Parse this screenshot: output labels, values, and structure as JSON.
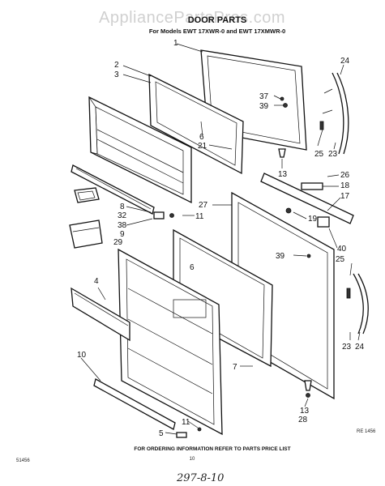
{
  "watermark": "AppliancePartsPros.com",
  "header": {
    "title": "DOOR PARTS",
    "subtitle": "For Models EWT 17XWR-0 and EWT 17XMWR-0"
  },
  "footer": {
    "ordering_note": "FOR ORDERING INFORMATION REFER TO PARTS PRICE LIST",
    "page_number": "10",
    "left_code": "51456",
    "right_code": "RE 1456",
    "handwritten": "297-8-10"
  },
  "callouts": [
    "1",
    "2",
    "3",
    "6",
    "21",
    "37",
    "39",
    "13",
    "24",
    "25",
    "23",
    "26",
    "18",
    "17",
    "27",
    "19",
    "40",
    "8",
    "32",
    "38",
    "9",
    "29",
    "11",
    "4",
    "7",
    "10",
    "5",
    "28"
  ]
}
